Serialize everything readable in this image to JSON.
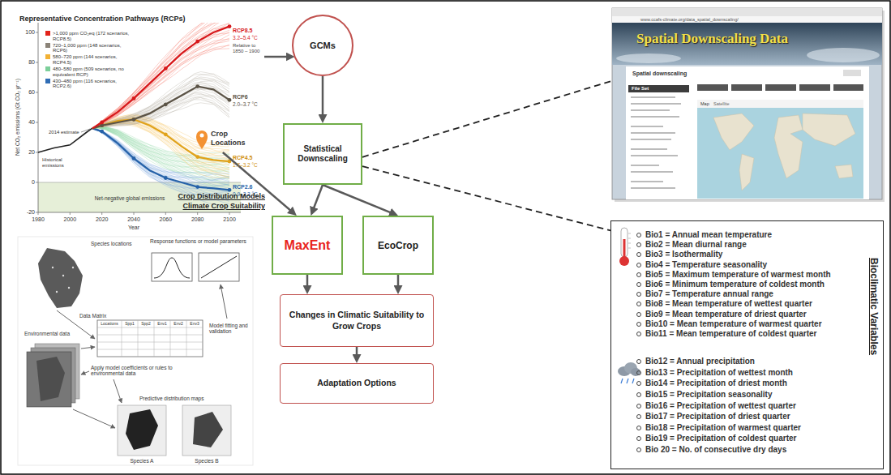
{
  "diagram": {
    "nodes": [
      {
        "text": [
          "Representative Concentration Pathways (RCPs)"
        ]
      },
      {
        "text": [
          "GCMs"
        ]
      },
      {
        "text": [
          "Spatial Downscaling Data"
        ]
      },
      {
        "text": [
          "Crop Locations"
        ]
      },
      {
        "text": [
          "Statistical Downscaling"
        ]
      },
      {
        "text": [
          "MaxEnt"
        ]
      },
      {
        "text": [
          "EcoCrop"
        ]
      },
      {
        "text": [
          "Bio1 = Annual mean temperature",
          "Bio2 = Mean diurnal range",
          "Bio3 = Isothermality",
          "Bio4 = Temperature seasonality",
          "Bio5 = Maximum temperature of warmest month",
          "Bio6 = Minimum temperature of coldest month",
          "Bio7 = Temperature annual range",
          "Bio8 = Mean temperature of wettest quarter",
          "Bio9 = Mean temperature of driest quarter",
          "Bio10 = Mean temperature of warmest quarter",
          "Bio11 = Mean temperature of coldest quarter",
          "Bio12 = Annual precipitation",
          "Bio13 = Precipitation of wettest month",
          "Bio14 = Precipitation of driest month",
          "Bio15 = Precipitation seasonality",
          "Bio16 = Precipitation of wettest quarter",
          "Bio17 = Precipitation of driest quarter",
          "Bio18 = Precipitation of warmest quarter",
          "Bio19 = Precipitation of coldest quarter",
          "Bio 20 = No. of consecutive dry days",
          "Bioclimatic Variables"
        ]
      },
      {
        "text": [
          "Changes in Climatic Suitability to Grow Crops"
        ]
      },
      {
        "text": [
          "Adaptation Options"
        ]
      }
    ],
    "edges": [
      {
        "from": 0,
        "to": 1,
        "arrow": "to"
      },
      {
        "from": 1,
        "to": 4,
        "arrow": "to"
      },
      {
        "from": 4,
        "to": 2,
        "arrow": "none"
      },
      {
        "from": 4,
        "to": 7,
        "arrow": "none"
      },
      {
        "from": 3,
        "to": 5,
        "arrow": "to"
      },
      {
        "from": 4,
        "to": 5,
        "arrow": "to"
      },
      {
        "from": 4,
        "to": 6,
        "arrow": "to"
      },
      {
        "from": 5,
        "to": 8,
        "arrow": "to"
      },
      {
        "from": 6,
        "to": 8,
        "arrow": "to"
      },
      {
        "from": 8,
        "to": 9,
        "arrow": "to"
      }
    ],
    "labels": [
      "Net CO₂ emissions (Gt CO₂ yr⁻¹)",
      "100",
      "80",
      "60",
      "40",
      "20",
      "0",
      "-20",
      "1980",
      "2000",
      "2020",
      "2040",
      "2060",
      "2080",
      "2100",
      "Year",
      "RCP8.5",
      "3.2–5.4 °C",
      "Relative to 1850 – 1900",
      "RCP6",
      "2.0–3.7 °C",
      "RCP4.5",
      "1.7–3.2 °C",
      "RCP2.6",
      "0.9–2.3 °C",
      "2014 estimate",
      "Historical emissions",
      "Net-negative global emissions",
      "Crop Distribution Models",
      "Climate Crop Suitability",
      "www.ccafs-climate.org/data_spatial_downscaling/",
      "Spatial downscaling",
      "File Set",
      "Map",
      "Satellite",
      "Species locations",
      "Response functions or model parameters",
      "Data Matrix",
      "Locations",
      "Spp1",
      "Spp2",
      "Env1",
      "Env2",
      "Env3",
      "Environmental data",
      "Model fitting and validation",
      "Apply model coefficients or rules to environmental data",
      "Predictive distribution maps",
      "Species A",
      "Species B"
    ],
    "legend": [
      {
        "text": ">1,000 ppm CO₂eq (172 scenarios, RCP8.5)",
        "color": "#e2231a"
      },
      {
        "text": "720–1,000 ppm (148 scenarios, RCP6)",
        "color": "#8b8378"
      },
      {
        "text": "580–720 ppm (144 scenarios, RCP4.5)",
        "color": "#f2b134"
      },
      {
        "text": "480–580 ppm (509 scenarios, no equivalent RCP)",
        "color": "#7ccf9a"
      },
      {
        "text": "430–480 ppm (116 scenarios, RCP2.6)",
        "color": "#2f6db5"
      }
    ]
  }
}
